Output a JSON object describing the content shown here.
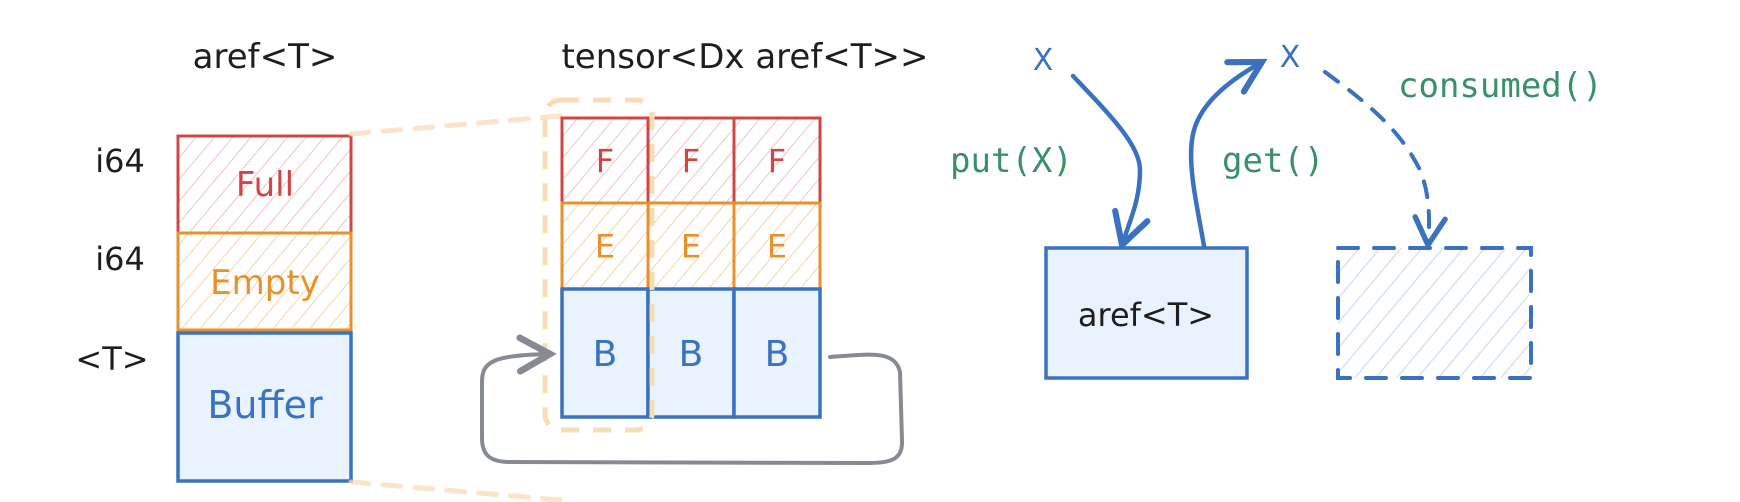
{
  "colors": {
    "red": "#d04545",
    "red_hatch": "#f3c2c2",
    "orange": "#e8912b",
    "orange_hatch": "#f7d3a8",
    "blue": "#3a72c0",
    "blue_fill": "#e8f3fd",
    "blue_hatch": "#dce8f5",
    "green": "#3a9068",
    "gray": "#868b93",
    "highlight": "#f7dcb4",
    "ink": "#1e1e1e"
  },
  "aref_struct": {
    "title": "aref<T>",
    "rows": [
      {
        "type_label": "i64",
        "field": "Full"
      },
      {
        "type_label": "i64",
        "field": "Empty"
      },
      {
        "type_label": "<T>",
        "field": "Buffer"
      }
    ]
  },
  "tensor": {
    "title": "tensor<Dx aref<T>>",
    "columns": 3,
    "rows": [
      "F",
      "E",
      "B"
    ]
  },
  "operations": {
    "put_label": "put(X)",
    "get_label": "get()",
    "consumed_label": "consumed()",
    "value_marker": "X",
    "box_label": "aref<T>"
  }
}
